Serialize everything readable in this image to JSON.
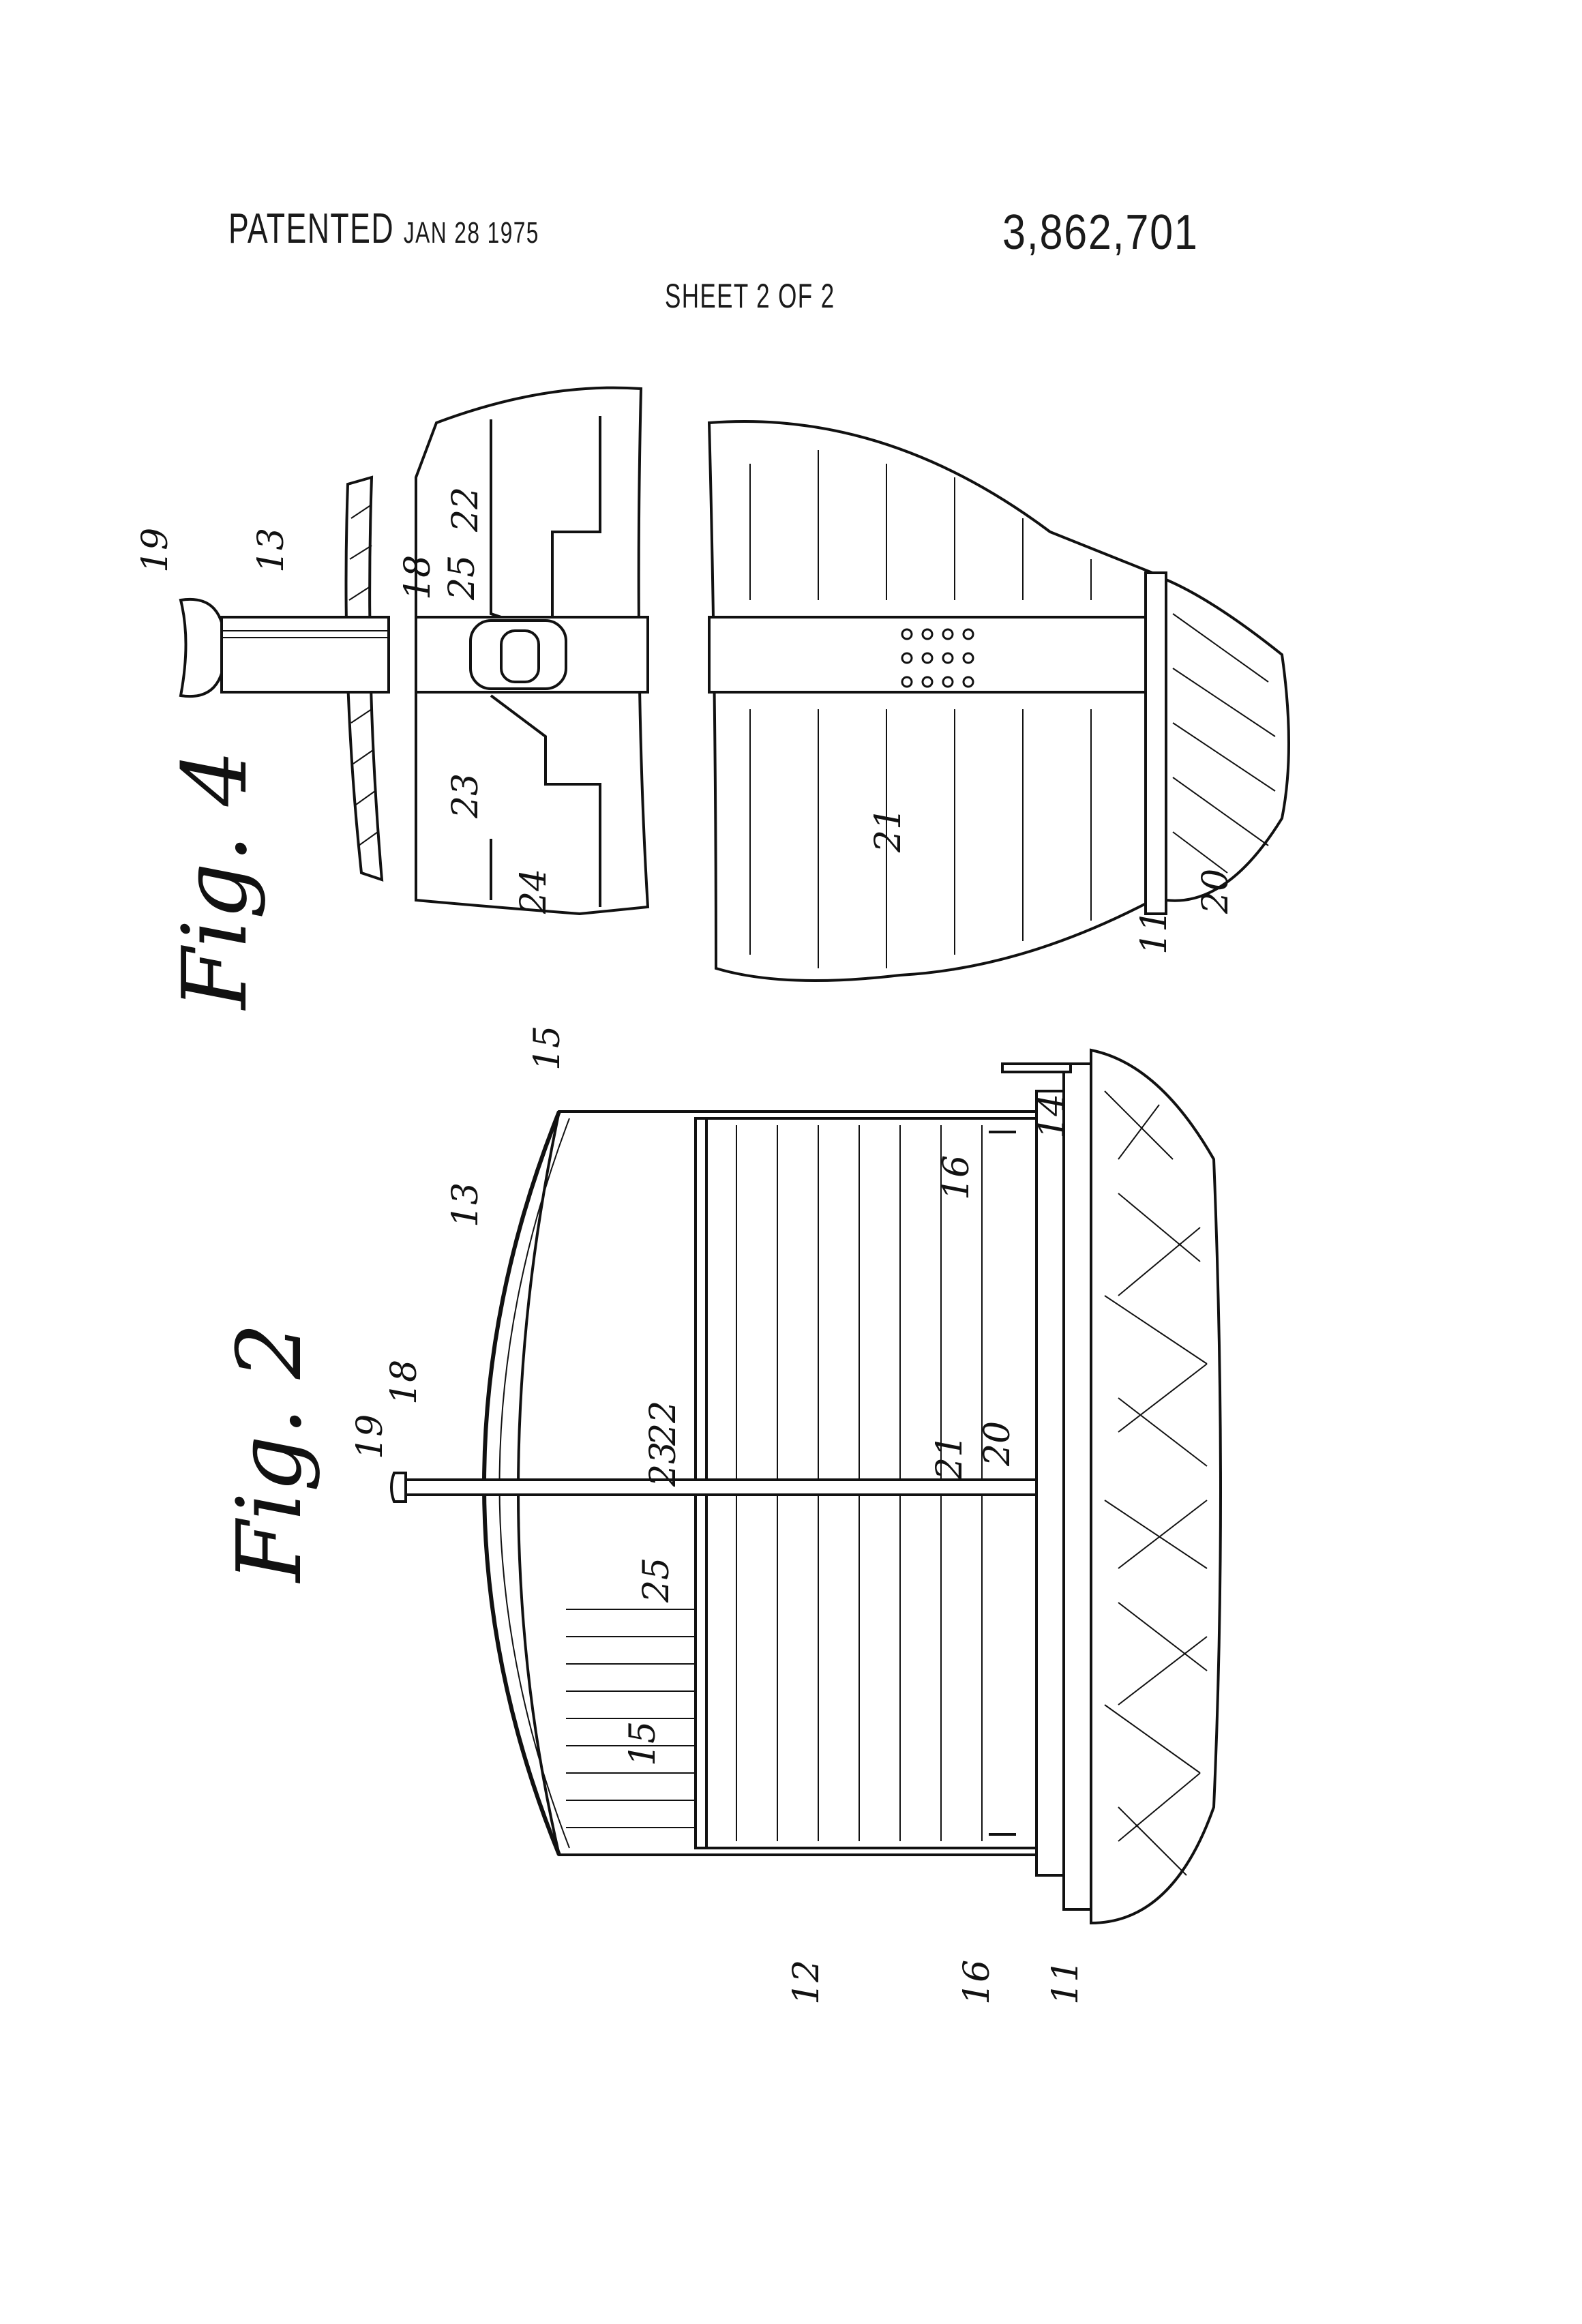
{
  "header": {
    "patented_label": "PATENTED",
    "date": "JAN 28 1975",
    "patent_number": "3,862,701",
    "sheet": "SHEET 2 OF 2"
  },
  "figures": [
    {
      "id": "fig4",
      "title": "Fig. 4",
      "reference_numerals": [
        "19",
        "13",
        "18",
        "25",
        "22",
        "23",
        "24",
        "15",
        "21",
        "11",
        "20"
      ]
    },
    {
      "id": "fig2",
      "title": "Fig. 2",
      "reference_numerals": [
        "19",
        "18",
        "13",
        "23",
        "22",
        "25",
        "21",
        "20",
        "15",
        "14",
        "16",
        "16",
        "12",
        "11"
      ]
    }
  ],
  "fig4": {
    "title": "Fig. 4",
    "labels": {
      "n19": "19",
      "n13": "13",
      "n18": "18",
      "n25": "25",
      "n22": "22",
      "n23": "23",
      "n24": "24",
      "n15": "15",
      "n21": "21",
      "n11": "11",
      "n20": "20"
    }
  },
  "fig2": {
    "title": "Fig. 2",
    "labels": {
      "n19": "19",
      "n18": "18",
      "n13": "13",
      "n23": "23",
      "n22": "22",
      "n25": "25",
      "n21": "21",
      "n20": "20",
      "n15": "15",
      "n14": "14",
      "n16a": "16",
      "n16b": "16",
      "n12": "12",
      "n11": "11"
    }
  }
}
